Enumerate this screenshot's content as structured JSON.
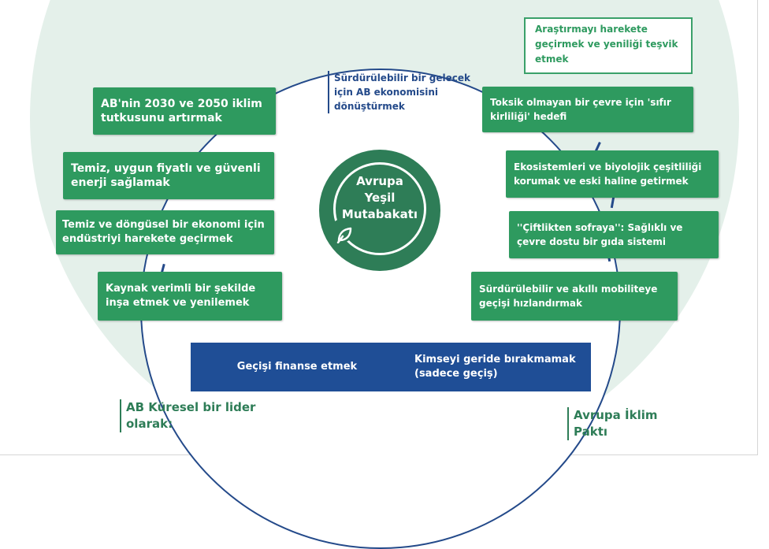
{
  "center": {
    "line1": "Avrupa",
    "line2": "Yeşil",
    "line3": "Mutabakatı"
  },
  "top_label": "Sürdürülebilir bir gelecek için AB ekonomisini dönüştürmek",
  "top_right_box": "Araştırmayı harekete geçirmek ve yeniliği teşvik etmek",
  "left_boxes": [
    "AB'nin 2030 ve 2050 iklim tutkusunu artırmak",
    "Temiz, uygun fiyatlı ve güvenli enerji sağlamak",
    "Temiz ve döngüsel bir ekonomi için endüstriyi harekete geçirmek",
    "Kaynak verimli bir şekilde inşa etmek ve yenilemek"
  ],
  "right_boxes": [
    "Toksik olmayan bir çevre için 'sıfır kirliliği' hedefi",
    "Ekosistemleri ve biyolojik çeşitliliği korumak ve eski haline getirmek",
    "''Çiftlikten sofraya'': Sağlıklı ve çevre dostu bir gıda sistemi",
    "Sürdürülebilir ve akıllı mobiliteye geçişi hızlandırmak"
  ],
  "bottom_boxes": [
    "Geçişi finanse etmek",
    "Kimseyi geride bırakmamak (sadece geçiş)"
  ],
  "bottom_left_label": "AB Küresel bir lider olarak:",
  "bottom_right_label": "Avrupa İklim Paktı",
  "colors": {
    "green": "#2e9a5f",
    "dark_green": "#2e7d57",
    "blue": "#1f4e96",
    "background": "#e4f0ea"
  }
}
